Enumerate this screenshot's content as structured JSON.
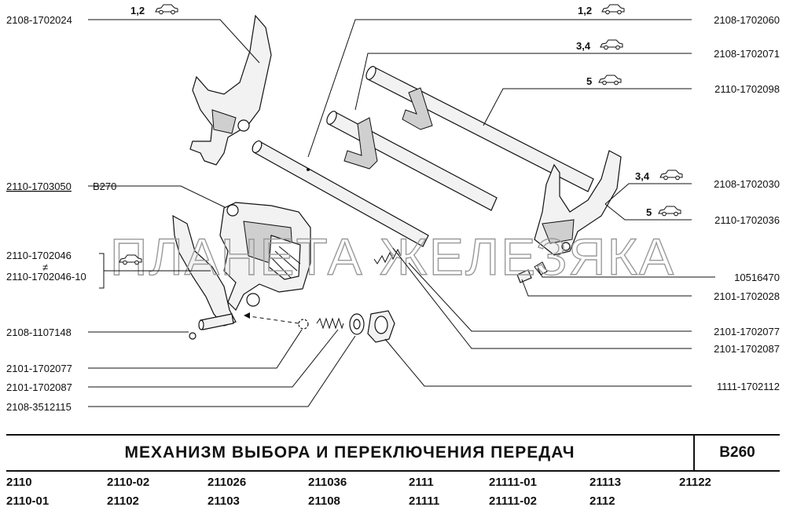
{
  "labels": {
    "l_2108_1702024": "2108-1702024",
    "l_2110_1703050": "2110-1703050",
    "l_b270": "B270",
    "l_2110_1702046": "2110-1702046",
    "l_ne": "≠",
    "l_2110_1702046_10": "2110-1702046-10",
    "l_2108_1107148": "2108-1107148",
    "l_2101_1702077_left": "2101-1702077",
    "l_2101_1702087_left": "2101-1702087",
    "l_2108_3512115": "2108-3512115",
    "l_2108_1702060": "2108-1702060",
    "l_2108_1702071": "2108-1702071",
    "l_2110_1702098": "2110-1702098",
    "l_2108_1702030": "2108-1702030",
    "l_2110_1702036": "2110-1702036",
    "l_10516470": "10516470",
    "l_2101_1702028": "2101-1702028",
    "l_2101_1702077_right": "2101-1702077",
    "l_2101_1702087_right": "2101-1702087",
    "l_1111_1702112": "1111-1702112"
  },
  "gears": {
    "g_left_top": "1,2",
    "g_right_top": "1,2",
    "g_34_a": "3,4",
    "g_5_a": "5",
    "g_34_b": "3,4",
    "g_5_b": "5"
  },
  "icons": {
    "vehicle": "car-icon"
  },
  "watermark": "ПЛАНЕТА ЖЕЛЕЗЯКА",
  "title": "МЕХАНИЗМ ВЫБОРА И ПЕРЕКЛЮЧЕНИЯ ПЕРЕДАЧ",
  "code": "B260",
  "models": {
    "r1": [
      "2110",
      "2110-02",
      "211026",
      "211036",
      "2111",
      "21111-01",
      "21113",
      "21122"
    ],
    "r2": [
      "2110-01",
      "21102",
      "21103",
      "21108",
      "21111",
      "21111-02",
      "2112"
    ]
  }
}
